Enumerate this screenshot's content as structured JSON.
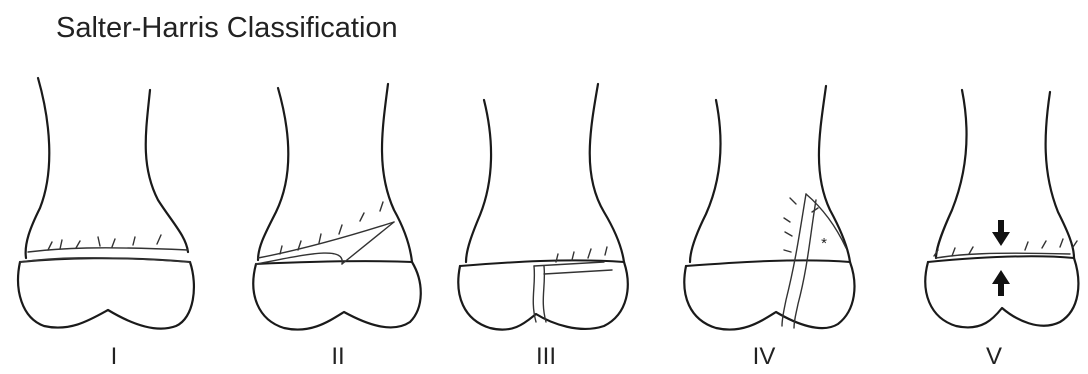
{
  "title": "Salter-Harris Classification",
  "types": [
    {
      "label": "I"
    },
    {
      "label": "II"
    },
    {
      "label": "III"
    },
    {
      "label": "IV",
      "marker": "*"
    },
    {
      "label": "V"
    }
  ]
}
